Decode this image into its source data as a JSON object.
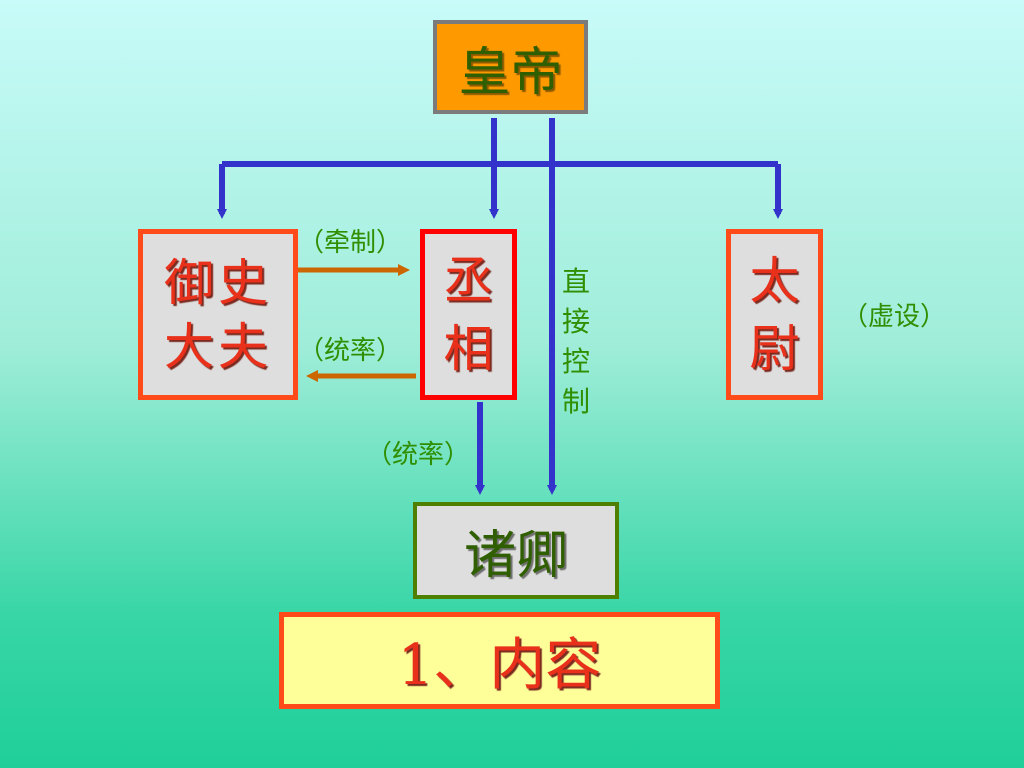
{
  "nodes": {
    "emperor": "皇帝",
    "censor_line1": "御史",
    "censor_line2": "大夫",
    "chancellor_line1": "丞",
    "chancellor_line2": "相",
    "taiwei_line1": "太",
    "taiwei_line2": "尉",
    "ministers": "诸卿"
  },
  "labels": {
    "qianzhi": "（牵制）",
    "tongshuai_between": "（统率）",
    "tongshuai_down": "（统率）",
    "xushe": "（虚设）",
    "direct_control": "直接控制"
  },
  "footer_title": "1、内容",
  "colors": {
    "blue_arrow": "#3333cc",
    "orange_arrow": "#cc6600",
    "emperor_fill": "#ff9900",
    "node_red": "#e8301a",
    "note_green": "#2f8f00"
  }
}
